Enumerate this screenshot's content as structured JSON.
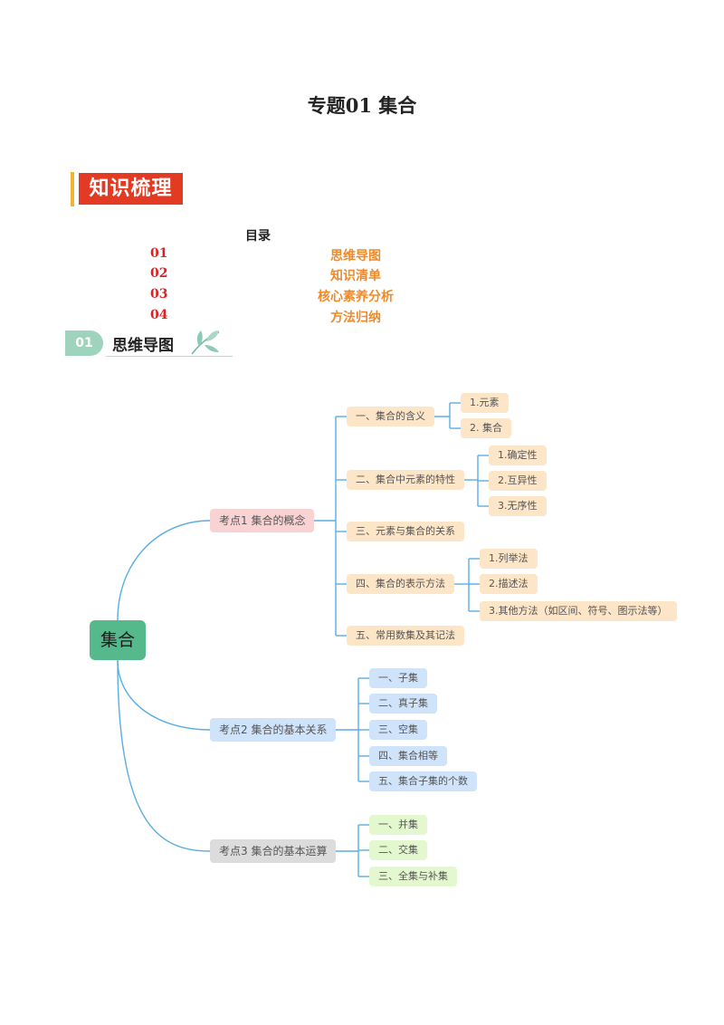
{
  "doc": {
    "title": "专题01  集合"
  },
  "banner": {
    "label": "知识梳理"
  },
  "toc": {
    "heading": "目录",
    "items": [
      {
        "num": "01",
        "label": "思维导图"
      },
      {
        "num": "02",
        "label": "知识清单"
      },
      {
        "num": "03",
        "label": "核心素养分析"
      },
      {
        "num": "04",
        "label": "方法归纳"
      }
    ]
  },
  "section": {
    "num": "01",
    "label": "思维导图"
  },
  "mindmap": {
    "root": "集合",
    "branches": [
      {
        "label": "考点1 集合的概念",
        "children": [
          {
            "label": "一、集合的含义",
            "children": [
              "1.元素",
              "2. 集合"
            ]
          },
          {
            "label": "二、集合中元素的特性",
            "children": [
              "1.确定性",
              "2.互异性",
              "3.无序性"
            ]
          },
          {
            "label": "三、元素与集合的关系",
            "children": []
          },
          {
            "label": "四、集合的表示方法",
            "children": [
              "1.列举法",
              "2.描述法",
              "3.其他方法（如区间、符号、图示法等）"
            ]
          },
          {
            "label": "五、常用数集及其记法",
            "children": []
          }
        ]
      },
      {
        "label": "考点2 集合的基本关系",
        "children": [
          {
            "label": "一、子集",
            "children": []
          },
          {
            "label": "二、真子集",
            "children": []
          },
          {
            "label": "三、空集",
            "children": []
          },
          {
            "label": "四、集合相等",
            "children": []
          },
          {
            "label": "五、集合子集的个数",
            "children": []
          }
        ]
      },
      {
        "label": "考点3 集合的基本运算",
        "children": [
          {
            "label": "一、并集",
            "children": []
          },
          {
            "label": "二、交集",
            "children": []
          },
          {
            "label": "三、全集与补集",
            "children": []
          }
        ]
      }
    ]
  },
  "colors": {
    "root": "#55b98c",
    "branch1": "#f9d3d3",
    "branch1_children": "#fde5c8",
    "branch2": "#cfe4fb",
    "branch3": "#dcdcdc",
    "branch3_children": "#e4f8cf",
    "connector": "#5aaee0",
    "banner": "#e33a24"
  }
}
